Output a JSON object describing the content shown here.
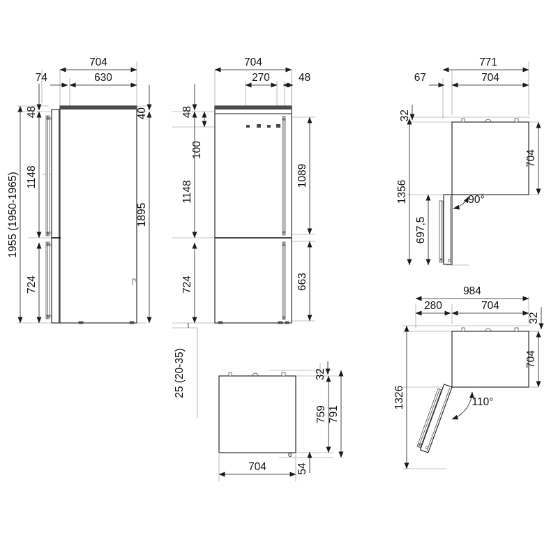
{
  "document": {
    "type": "technical-dimension-drawing",
    "subject": "Bottom-mount refrigerator freezer",
    "units": "mm",
    "background_color": "#ffffff",
    "line_color": "#1a1a1a",
    "extension_line_color": "#8c8c8c"
  },
  "views": {
    "side": {
      "name": "side-elevation-view",
      "dimensions": {
        "overall_height_with_range": "1955 (1950-1965)",
        "cabinet_height": "1895",
        "upper_section_height": "1148",
        "lower_section_height": "724",
        "top_offset": "48",
        "top_right_offset": "40",
        "door_thickness": "74",
        "total_depth": "704",
        "cabinet_depth": "630"
      }
    },
    "front": {
      "name": "front-elevation-view",
      "dimensions": {
        "overall_width": "704",
        "control_panel_width": "270",
        "right_edge_offset": "48",
        "top_offset": "48",
        "control_panel_drop": "100",
        "fridge_door_height": "1089",
        "freezer_door_height": "663",
        "upper_section_height": "1148",
        "lower_section_height": "724",
        "plinth_clearance": "25 (20-35)"
      },
      "control_buttons": 4
    },
    "top_plan": {
      "name": "top-plan-view",
      "dimensions": {
        "width": "704",
        "depth_body": "759",
        "depth_total": "791",
        "hinge_projection": "32",
        "rear_projection": "54"
      }
    },
    "door_open_90": {
      "name": "door-open-90-degree-plan-view",
      "dimensions": {
        "total_width_with_door": "771",
        "door_swing_offset": "67",
        "cabinet_width": "704",
        "cabinet_depth": "704",
        "hinge_projection": "32",
        "total_depth_with_door": "1356",
        "door_depth": "697,5"
      },
      "angle_label": "90°"
    },
    "door_open_110": {
      "name": "door-open-110-degree-plan-view",
      "dimensions": {
        "total_width_with_door": "984",
        "door_swing_offset": "280",
        "cabinet_width": "704",
        "cabinet_depth": "704",
        "hinge_projection": "32",
        "total_depth_with_door": "1326"
      },
      "angle_label": "110°"
    }
  }
}
